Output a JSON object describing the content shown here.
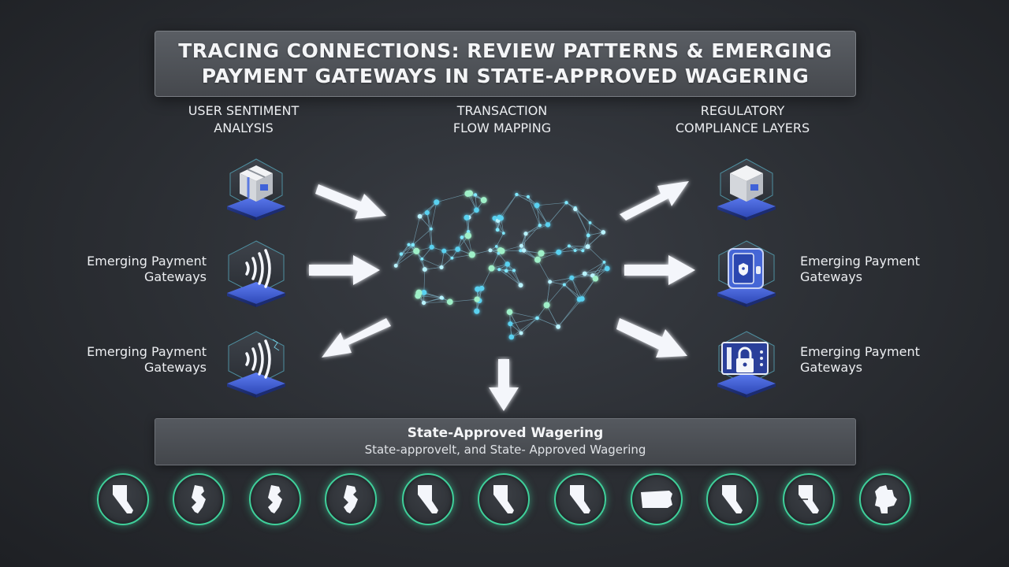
{
  "title": "TRACING CONNECTIONS: REVIEW PATTERNS & EMERGING PAYMENT GATEWAYS IN STATE-APPROVED WAGERING",
  "columns": {
    "left": "USER SENTIMENT\nANALYSIS",
    "center": "TRANSACTION\nFLOW MAPPING",
    "right": "REGULATORY\nCOMPLIANCE LAYERS"
  },
  "left_items": [
    {
      "icon": "package-cube-icon",
      "label": ""
    },
    {
      "icon": "contactless-payment-icon",
      "label": "Emerging Payment\nGateways"
    },
    {
      "icon": "contactless-payment-icon",
      "label": "Emerging Payment\nGateways"
    }
  ],
  "right_items": [
    {
      "icon": "package-cube-icon",
      "label": ""
    },
    {
      "icon": "vault-lock-icon",
      "label": "Emerging Payment\nGateways"
    },
    {
      "icon": "padlock-card-icon",
      "label": "Emerging Payment\nGateways"
    }
  ],
  "center_icon": "neural-network-brain-icon",
  "bottom": {
    "title": "State-Approved Wagering",
    "subtitle": "State-approvelt, and State- Approved Wagering"
  },
  "states": [
    "nevada-icon",
    "new-jersey-icon",
    "new-jersey-icon",
    "new-jersey-icon",
    "nevada-icon",
    "nevada-icon",
    "nevada-icon",
    "pennsylvania-icon",
    "nevada-icon",
    "nevada-icon",
    "michigan-icon"
  ],
  "colors": {
    "accent_glow": "#3fcf9a",
    "node_cyan": "#7fe8ff",
    "tile_blue": "#3a5bd0",
    "arrow_white": "#f4f6fb"
  }
}
